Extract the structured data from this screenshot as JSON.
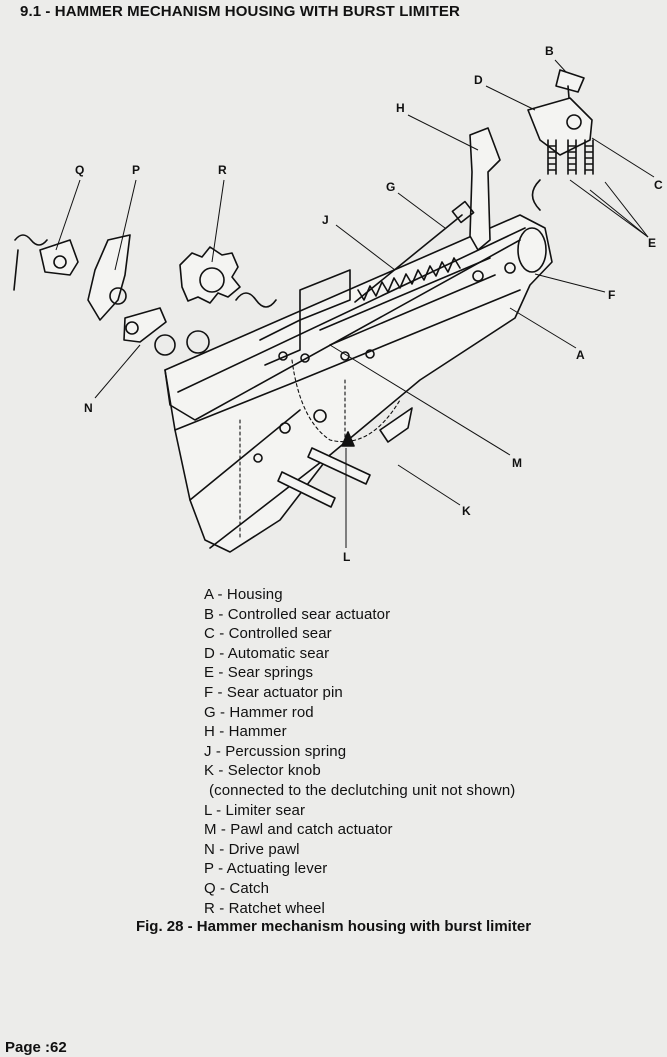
{
  "document": {
    "section_heading": "9.1 - HAMMER MECHANISM HOUSING WITH BURST LIMITER",
    "figure_callouts": [
      "A",
      "B",
      "C",
      "D",
      "E",
      "F",
      "G",
      "H",
      "J",
      "K",
      "L",
      "M",
      "N",
      "P",
      "Q",
      "R"
    ],
    "legend": [
      "A - Housing",
      "B - Controlled sear actuator",
      "C - Controlled sear",
      "D - Automatic sear",
      "E - Sear springs",
      "F - Sear actuator pin",
      "G - Hammer rod",
      "H - Hammer",
      "J - Percussion spring",
      "K - Selector knob",
      "(connected to the declutching unit not shown)",
      "L - Limiter sear",
      "M - Pawl and catch actuator",
      "N - Drive pawl",
      "P - Actuating lever",
      "Q - Catch",
      "R - Ratchet wheel"
    ],
    "caption": "Fig. 28 - Hammer mechanism housing with burst limiter",
    "page_label": "Page :62"
  },
  "colors": {
    "paper": "#ececea",
    "ink": "#111111"
  }
}
